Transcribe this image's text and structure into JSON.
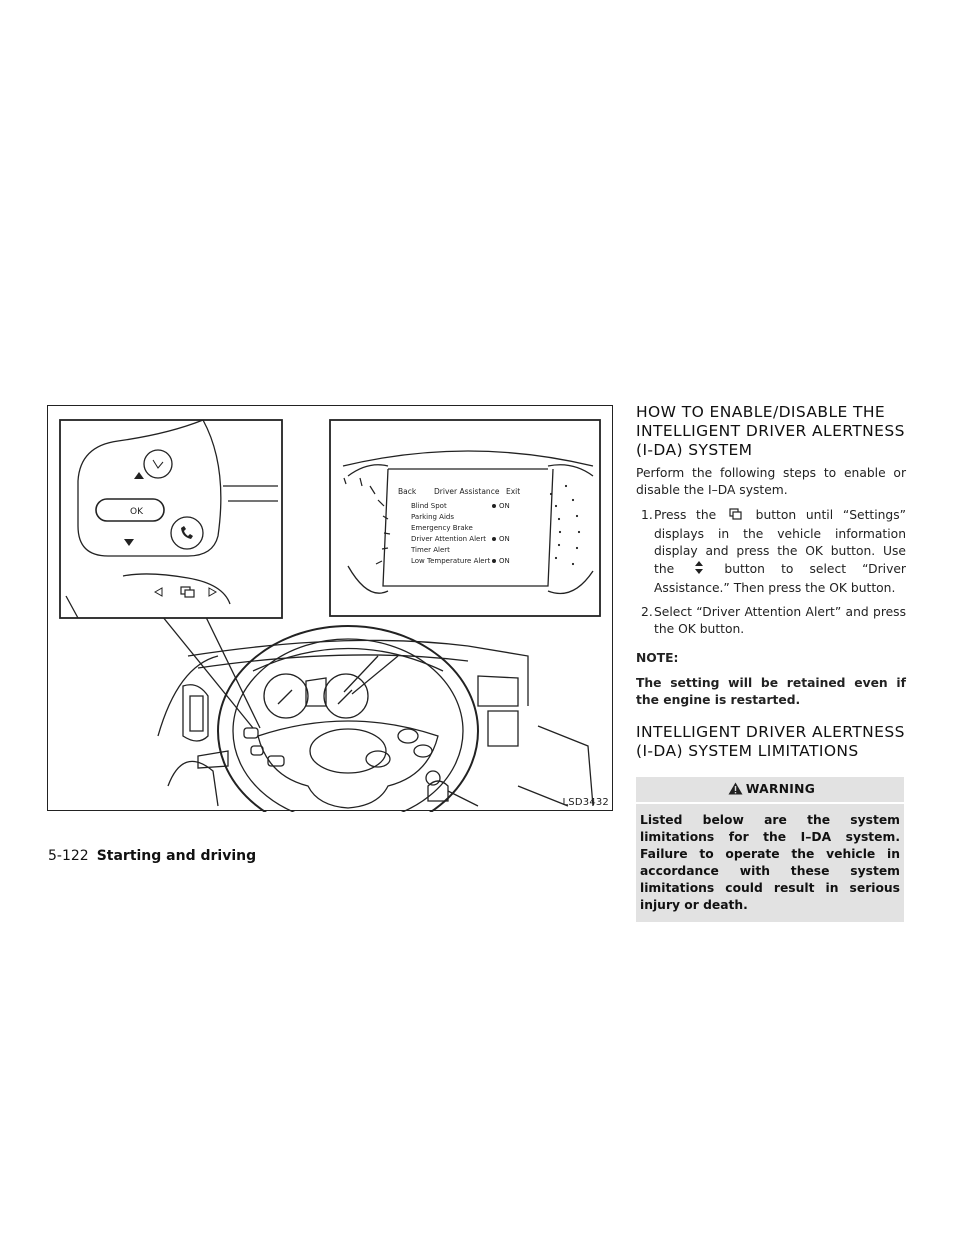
{
  "figure": {
    "label": "LSD3432",
    "display": {
      "header_back": "Back",
      "header_title": "Driver Assistance",
      "header_exit": "Exit",
      "menu_items": [
        {
          "label": "Blind Spot",
          "status": "ON"
        },
        {
          "label": "Parking Aids",
          "status": ""
        },
        {
          "label": "Emergency Brake",
          "status": ""
        },
        {
          "label": "Driver Attention Alert",
          "status": "ON"
        },
        {
          "label": "Timer Alert",
          "status": ""
        },
        {
          "label": "Low Temperature Alert",
          "status": "ON"
        }
      ]
    },
    "ok_button_label": "OK"
  },
  "section1": {
    "title_line1": "HOW TO ENABLE/DISABLE THE",
    "title_line2": "INTELLIGENT DRIVER ALERTNESS",
    "title_line3": "(I-DA) SYSTEM",
    "intro": "Perform the following steps to enable or disable the I–DA system.",
    "step1_num": "1.",
    "step1_a": "Press the",
    "step1_b": "button until “Settings” displays in the vehicle information display and press the OK button. Use the",
    "step1_c": "button to select “Driver Assistance.” Then press the OK button.",
    "step2_num": "2.",
    "step2": "Select “Driver Attention Alert” and press the OK button.",
    "note_label": "NOTE:",
    "note_text": "The setting will be retained even if the engine is restarted."
  },
  "section2": {
    "title_line1": "INTELLIGENT DRIVER ALERTNESS",
    "title_line2": "(I-DA) SYSTEM LIMITATIONS"
  },
  "warning": {
    "heading": "WARNING",
    "body": "Listed below are the system limitations for the I–DA system. Failure to operate the vehicle in accordance with these system limitations could result in serious injury or death."
  },
  "footer": {
    "page": "5-122",
    "section": "Starting and driving"
  }
}
